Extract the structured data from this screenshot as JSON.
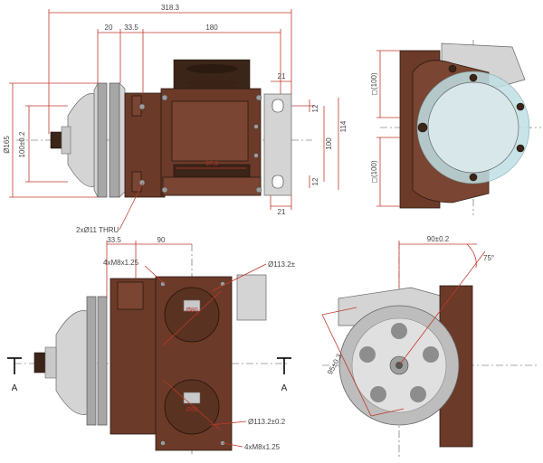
{
  "drawing": {
    "overall_length": "318.3",
    "flange_offset_top": "33.5",
    "pulley_width": "20",
    "port_spacing": "180",
    "foot_width_top": "21",
    "foot_width_bottom": "21",
    "slot_top": "12",
    "slot_bottom": "12",
    "foot_bolt_spacing": "100",
    "foot_span": "114",
    "port_size_top": "◻(100)",
    "port_size_bottom": "◻(100)",
    "pulley_diameter": "Ø165",
    "shaft_diameter": "100±0.2",
    "port_label_mid": "97.3",
    "thru_holes": "2xØ11 THRU",
    "flange_offset_front": "33.5",
    "port_offset_front": "90",
    "thread_top": "4xM8x1.25",
    "thread_bottom": "4xM8x1.25",
    "bore_top": "Ø113.2±",
    "bore_bottom": "Ø113.2±0.2",
    "port_tag_top": "Ø80",
    "port_tag_bottom": "Ø80",
    "section_left": "A",
    "section_right": "A",
    "pcd": "90±0.2",
    "angle": "75°",
    "bolt_circle": "95±0.3"
  }
}
